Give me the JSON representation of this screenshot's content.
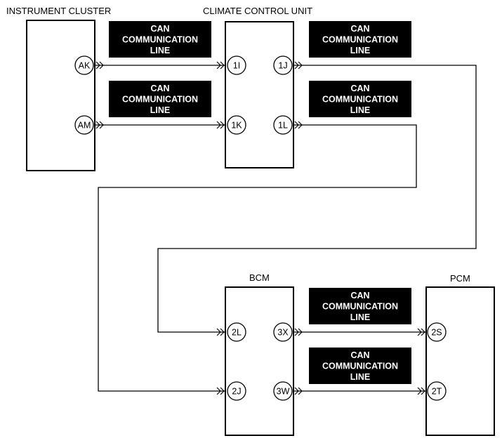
{
  "modules": {
    "instrument_cluster": {
      "title": "INSTRUMENT CLUSTER"
    },
    "climate_control_unit": {
      "title": "CLIMATE CONTROL UNIT"
    },
    "bcm": {
      "title": "BCM"
    },
    "pcm": {
      "title": "PCM"
    }
  },
  "pins": {
    "ak": "AK",
    "am": "AM",
    "ccu_1i": "1I",
    "ccu_1k": "1K",
    "ccu_1j": "1J",
    "ccu_1l": "1L",
    "bcm_2l": "2L",
    "bcm_2j": "2J",
    "bcm_3x": "3X",
    "bcm_3w": "3W",
    "pcm_2s": "2S",
    "pcm_2t": "2T"
  },
  "line_label": [
    "CAN",
    "COMMUNICATION",
    "LINE"
  ]
}
